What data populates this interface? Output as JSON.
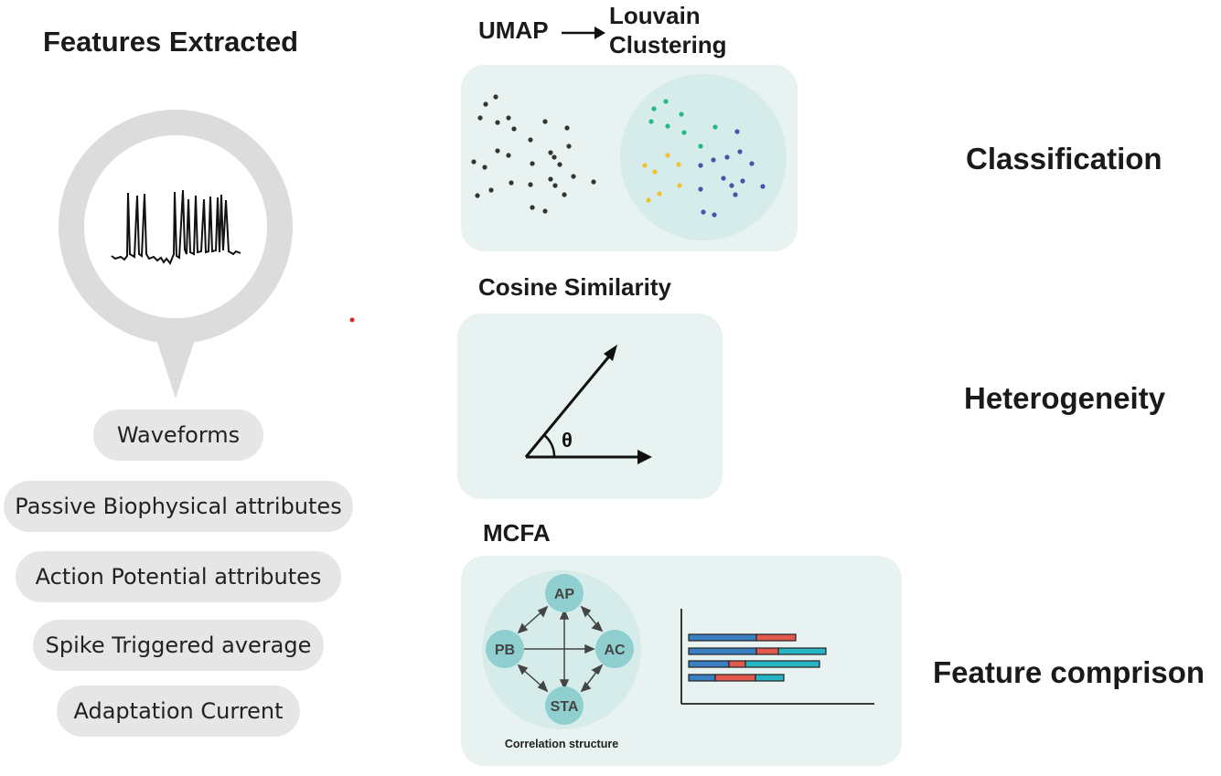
{
  "left": {
    "title": "Features Extracted",
    "features": [
      "Waveforms",
      "Passive Biophysical attributes",
      "Action Potential attributes",
      "Spike Triggered average",
      "Adaptation Current"
    ]
  },
  "methods": {
    "umap": "UMAP",
    "louvain_line1": "Louvain",
    "louvain_line2": "Clustering",
    "cosine": "Cosine Similarity",
    "theta": "θ",
    "mcfa": "MCFA",
    "nodes": {
      "ap": "AP",
      "pb": "PB",
      "ac": "AC",
      "sta": "STA"
    },
    "correlation_caption": "Correlation structure"
  },
  "outcomes": {
    "classification": "Classification",
    "heterogeneity": "Heterogeneity",
    "feature_comparison": "Feature comprison"
  },
  "colors": {
    "panel": "#e8f2f0",
    "cluster_circle": "#d5ecea",
    "node": "#8fcfcf",
    "dot_dark": "#333333",
    "dot_green": "#25b88a",
    "dot_yellow": "#f2c230",
    "dot_blue": "#4455aa",
    "bar_blue": "#3a7fc2",
    "bar_red": "#e05a4e",
    "bar_teal": "#27b4c4"
  }
}
